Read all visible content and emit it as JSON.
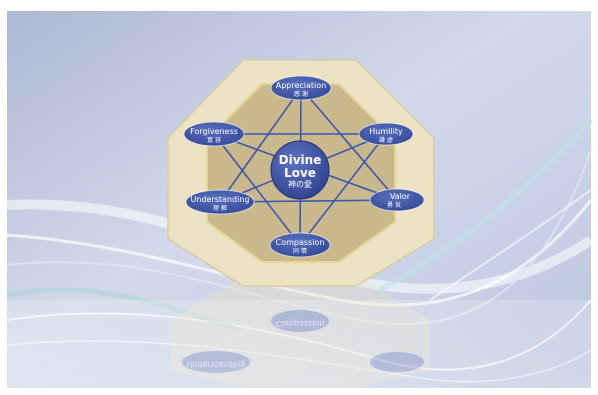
{
  "diagram": {
    "center": {
      "line1": "Divine",
      "line2": "Love",
      "jp": "神の愛"
    },
    "virtues": [
      {
        "label": "Appreciation",
        "jp": "感 謝"
      },
      {
        "label": "Humility",
        "jp": "謙 虚"
      },
      {
        "label": "Valor",
        "jp": "勇 気"
      },
      {
        "label": "Compassion",
        "jp": "同 情"
      },
      {
        "label": "Understanding",
        "jp": "理 解"
      },
      {
        "label": "Forgiveness",
        "jp": "寛 容"
      }
    ],
    "reflection": {
      "compassion": "Compassion",
      "understanding": "Understanding"
    }
  },
  "colors": {
    "accent_blue": "#3a4f9a",
    "line_blue": "#3b55b0",
    "octagon_outer": "#ece3c4",
    "octagon_inner": "#c9b88c"
  }
}
